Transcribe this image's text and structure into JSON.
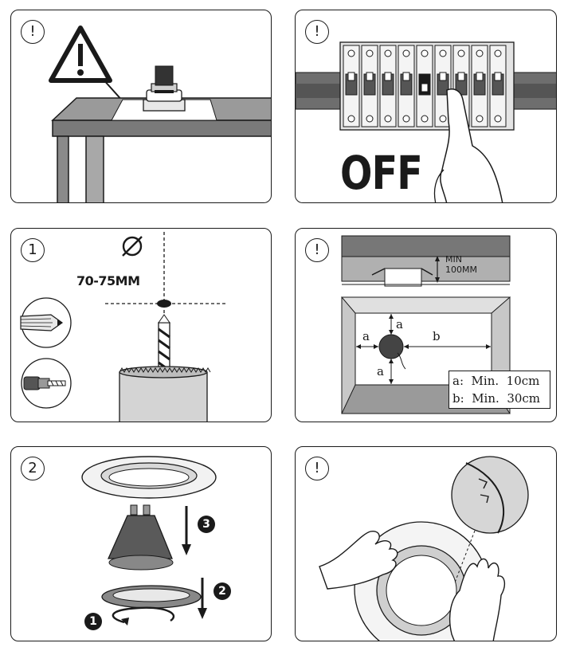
{
  "panels": [
    {
      "badge": "!"
    },
    {
      "badge": "!",
      "switch_state": "OFF"
    },
    {
      "badge": "1",
      "hole_symbol": "Ø",
      "hole_size": "70-75MM"
    },
    {
      "badge": "!",
      "min_label": "MIN",
      "min_value": "100MM",
      "dim_a": "a",
      "dim_b": "b",
      "notes": [
        "a:  Min.  10cm",
        "b:  Min.  30cm"
      ]
    },
    {
      "badge": "2",
      "steps": [
        "1",
        "2",
        "3"
      ]
    },
    {
      "badge": "!"
    }
  ],
  "colors": {
    "ink": "#1a1a1a",
    "gray_mid": "#8a8a8a",
    "gray_light": "#d0d0d0",
    "gray_dark": "#555555"
  }
}
